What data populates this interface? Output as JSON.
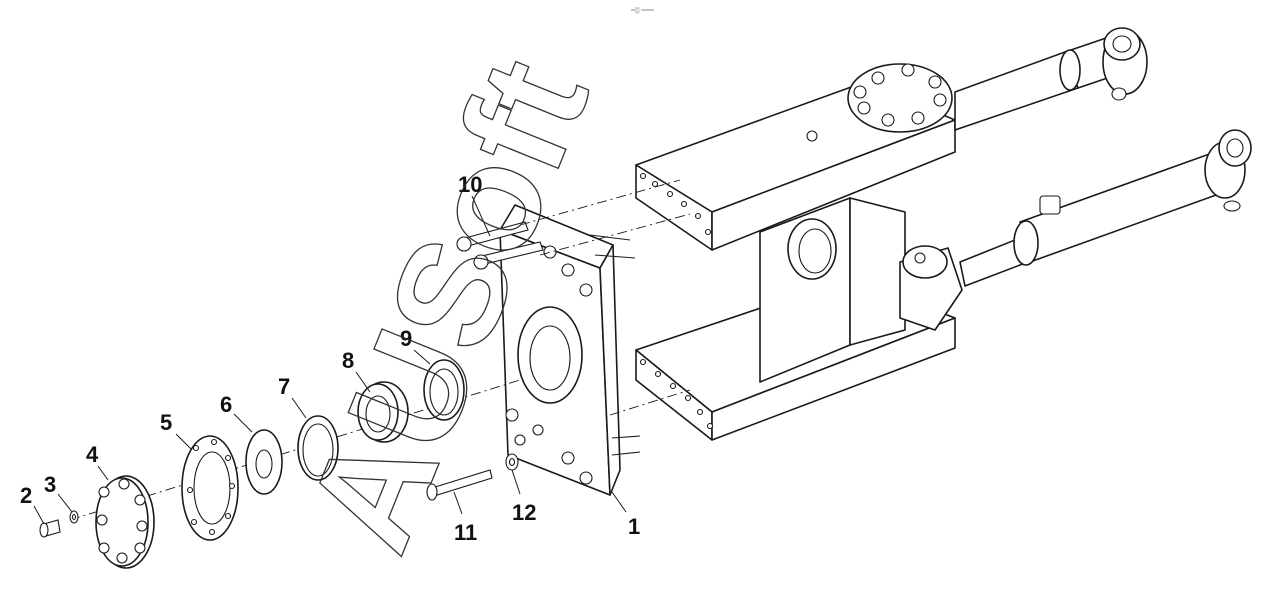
{
  "callouts": [
    {
      "id": "1",
      "label": "1"
    },
    {
      "id": "2",
      "label": "2"
    },
    {
      "id": "3",
      "label": "3"
    },
    {
      "id": "4",
      "label": "4"
    },
    {
      "id": "5",
      "label": "5"
    },
    {
      "id": "6",
      "label": "6"
    },
    {
      "id": "7",
      "label": "7"
    },
    {
      "id": "8",
      "label": "8"
    },
    {
      "id": "9",
      "label": "9"
    },
    {
      "id": "10",
      "label": "10"
    },
    {
      "id": "11",
      "label": "11"
    },
    {
      "id": "12",
      "label": "12"
    }
  ],
  "watermark": {
    "text": "AUSoft"
  },
  "header_mark": {
    "text": "═▒ ═══"
  }
}
